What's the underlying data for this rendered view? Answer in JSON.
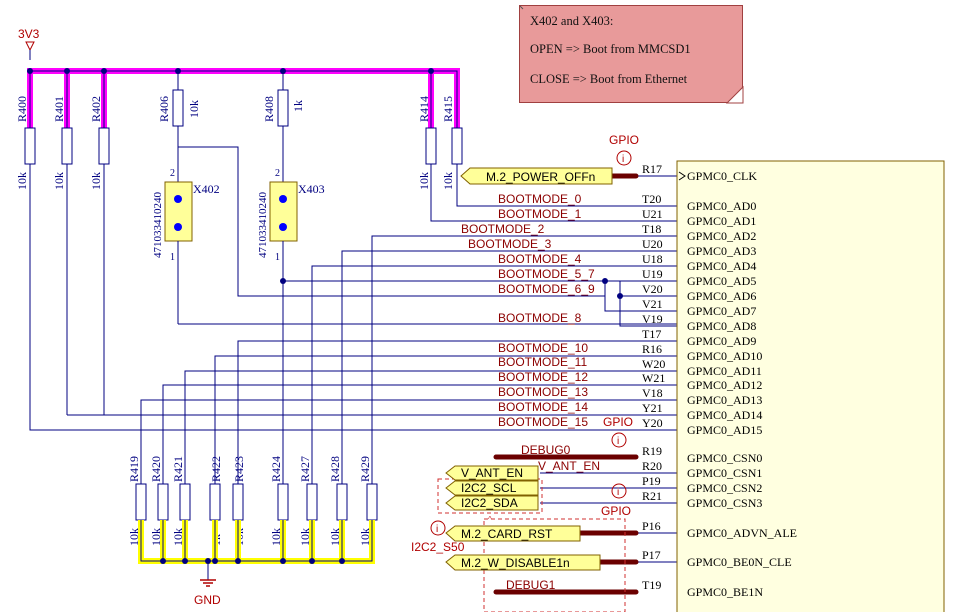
{
  "power": {
    "rail": "3V3",
    "ground": "GND"
  },
  "note": {
    "line1": "X402 and X403:",
    "line2": "OPEN => Boot from MMCSD1",
    "line3": "CLOSE => Boot from Ethernet"
  },
  "top_resistors": [
    {
      "ref": "R400",
      "value": "10k"
    },
    {
      "ref": "R401",
      "value": "10k"
    },
    {
      "ref": "R402",
      "value": "10k"
    },
    {
      "ref": "R406",
      "value": "10k"
    },
    {
      "ref": "R408",
      "value": "1k"
    },
    {
      "ref": "R414",
      "value": "10k"
    },
    {
      "ref": "R415",
      "value": "10k"
    }
  ],
  "jumpers": [
    {
      "ref": "X402",
      "part": "471033410240",
      "pin_top": "2",
      "pin_bottom": "1"
    },
    {
      "ref": "X403",
      "part": "471033410240",
      "pin_top": "2",
      "pin_bottom": "1"
    }
  ],
  "bottom_resistors": [
    {
      "ref": "R419",
      "value": "10k"
    },
    {
      "ref": "R420",
      "value": "10k"
    },
    {
      "ref": "R421",
      "value": "10k"
    },
    {
      "ref": "R422",
      "value": "1k"
    },
    {
      "ref": "R423",
      "value": "10k"
    },
    {
      "ref": "R424",
      "value": "10k"
    },
    {
      "ref": "R427",
      "value": "10k"
    },
    {
      "ref": "R428",
      "value": "10k"
    },
    {
      "ref": "R429",
      "value": "10k"
    }
  ],
  "nets": [
    "BOOTMODE_0",
    "BOOTMODE_1",
    "BOOTMODE_2",
    "BOOTMODE_3",
    "BOOTMODE_4",
    "BOOTMODE_5_7",
    "BOOTMODE_6_9",
    "BOOTMODE_8",
    "BOOTMODE_10",
    "BOOTMODE_11",
    "BOOTMODE_12",
    "BOOTMODE_13",
    "BOOTMODE_14",
    "BOOTMODE_15"
  ],
  "ports": [
    {
      "name": "M.2_POWER_OFFn"
    },
    {
      "name": "V_ANT_EN"
    },
    {
      "name": "I2C2_SCL"
    },
    {
      "name": "I2C2_SDA"
    },
    {
      "name": "M.2_CARD_RST"
    },
    {
      "name": "M.2_W_DISABLE1n"
    }
  ],
  "other_nets": [
    "DEBUG0",
    "V_ANT_EN",
    "DEBUG1"
  ],
  "markers": [
    "GPIO",
    "GPIO",
    "GPIO",
    "I2C2_S50"
  ],
  "info_icon": "info-circle-icon",
  "ic": {
    "pins": [
      {
        "ball": "R17",
        "name": "GPMC0_CLK"
      },
      {
        "ball": "T20",
        "name": "GPMC0_AD0"
      },
      {
        "ball": "U21",
        "name": "GPMC0_AD1"
      },
      {
        "ball": "T18",
        "name": "GPMC0_AD2"
      },
      {
        "ball": "U20",
        "name": "GPMC0_AD3"
      },
      {
        "ball": "U18",
        "name": "GPMC0_AD4"
      },
      {
        "ball": "U19",
        "name": "GPMC0_AD5"
      },
      {
        "ball": "V20",
        "name": "GPMC0_AD6"
      },
      {
        "ball": "V21",
        "name": "GPMC0_AD7"
      },
      {
        "ball": "V19",
        "name": "GPMC0_AD8"
      },
      {
        "ball": "T17",
        "name": "GPMC0_AD9"
      },
      {
        "ball": "R16",
        "name": "GPMC0_AD10"
      },
      {
        "ball": "W20",
        "name": "GPMC0_AD11"
      },
      {
        "ball": "W21",
        "name": "GPMC0_AD12"
      },
      {
        "ball": "V18",
        "name": "GPMC0_AD13"
      },
      {
        "ball": "Y21",
        "name": "GPMC0_AD14"
      },
      {
        "ball": "Y20",
        "name": "GPMC0_AD15"
      },
      {
        "ball": "R19",
        "name": "GPMC0_CSN0"
      },
      {
        "ball": "R20",
        "name": "GPMC0_CSN1"
      },
      {
        "ball": "P19",
        "name": "GPMC0_CSN2"
      },
      {
        "ball": "R21",
        "name": "GPMC0_CSN3"
      },
      {
        "ball": "P16",
        "name": "GPMC0_ADVN_ALE"
      },
      {
        "ball": "P17",
        "name": "GPMC0_BE0N_CLE"
      },
      {
        "ball": "T19",
        "name": "GPMC0_BE1N"
      }
    ]
  },
  "colors": {
    "wire": "#000080",
    "text_net": "#8b0000",
    "magenta_bus": "#ff00ff",
    "yellow_bus": "#ffff00",
    "ic_fill": "#ffffe0",
    "note_fill": "#e89a9a",
    "port_fill": "#ffff99"
  }
}
